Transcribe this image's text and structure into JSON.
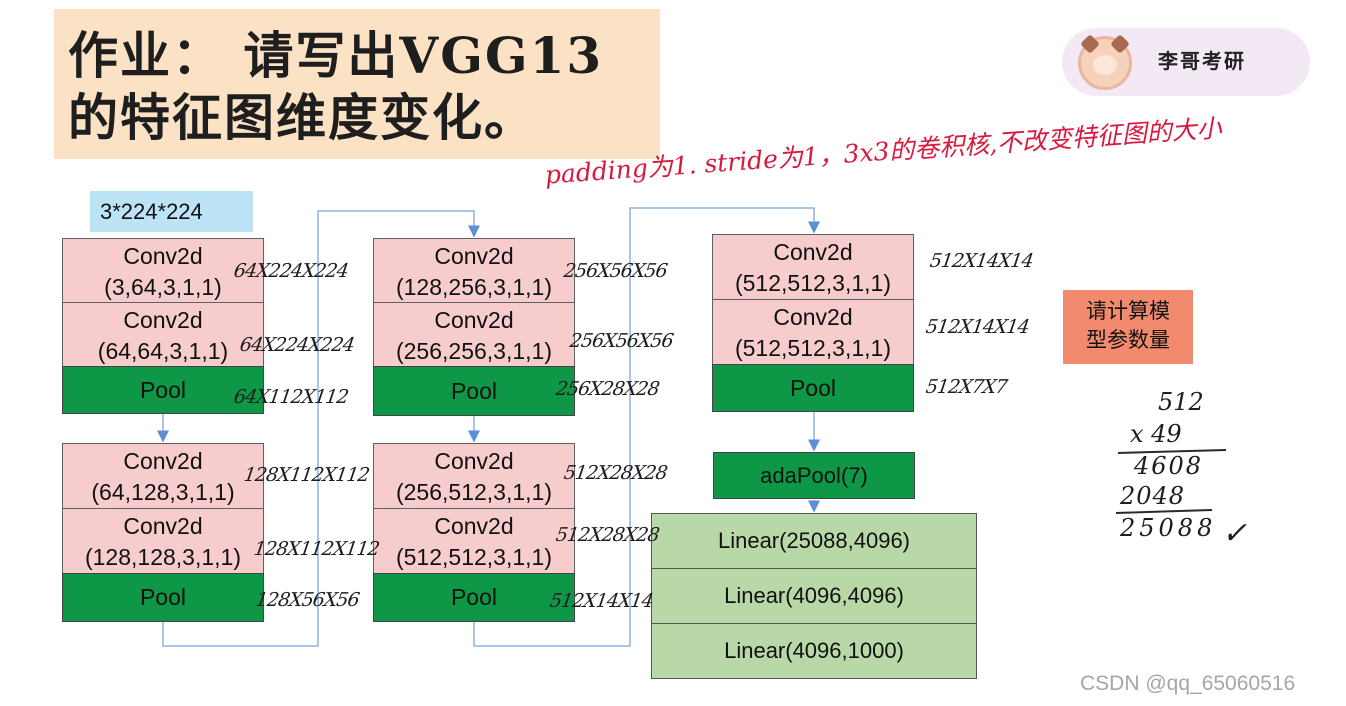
{
  "title": {
    "line1": "作业： 请写出VGG13",
    "line2": "的特征图维度变化。"
  },
  "logo": {
    "text": "李哥考研"
  },
  "input_label": "3*224*224",
  "note": "padding为1. stride为1，3x3的卷积核,不改变特征图的大小",
  "blocks": {
    "b1": {
      "conv1": [
        "Conv2d",
        "(3,64,3,1,1)"
      ],
      "conv2": [
        "Conv2d",
        "(64,64,3,1,1)"
      ],
      "pool": "Pool",
      "dims": [
        "64X224X224",
        "64X224X224",
        "64X112X112"
      ]
    },
    "b2": {
      "conv1": [
        "Conv2d",
        "(64,128,3,1,1)"
      ],
      "conv2": [
        "Conv2d",
        "(128,128,3,1,1)"
      ],
      "pool": "Pool",
      "dims": [
        "128X112X112",
        "128X112X112",
        "128X56X56"
      ]
    },
    "b3": {
      "conv1": [
        "Conv2d",
        "(128,256,3,1,1)"
      ],
      "conv2": [
        "Conv2d",
        "(256,256,3,1,1)"
      ],
      "pool": "Pool",
      "dims": [
        "256X56X56",
        "256X56X56",
        "256X28X28"
      ]
    },
    "b4": {
      "conv1": [
        "Conv2d",
        "(256,512,3,1,1)"
      ],
      "conv2": [
        "Conv2d",
        "(512,512,3,1,1)"
      ],
      "pool": "Pool",
      "dims": [
        "512X28X28",
        "512X28X28",
        "512X14X14"
      ]
    },
    "b5": {
      "conv1": [
        "Conv2d",
        "(512,512,3,1,1)"
      ],
      "conv2": [
        "Conv2d",
        "(512,512,3,1,1)"
      ],
      "pool": "Pool",
      "dims": [
        "512X14X14",
        "512X14X14",
        "512X7X7"
      ]
    }
  },
  "adapool": "adaPool(7)",
  "linear": [
    "Linear(25088,4096)",
    "Linear(4096,4096)",
    "Linear(4096,1000)"
  ],
  "param_box": [
    "请计算模",
    "型参数量"
  ],
  "calc": {
    "line1": "512",
    "line2": "x 49",
    "line3": "4608",
    "line4": "2048",
    "line5": "25088",
    "check": "✓"
  },
  "watermark": "CSDN @qq_65060516",
  "colors": {
    "conv": "#f6cccc",
    "pool": "#0e9746",
    "linear": "#b8d8a8",
    "arrow": "#5b8fd6",
    "note": "#d8193e"
  }
}
